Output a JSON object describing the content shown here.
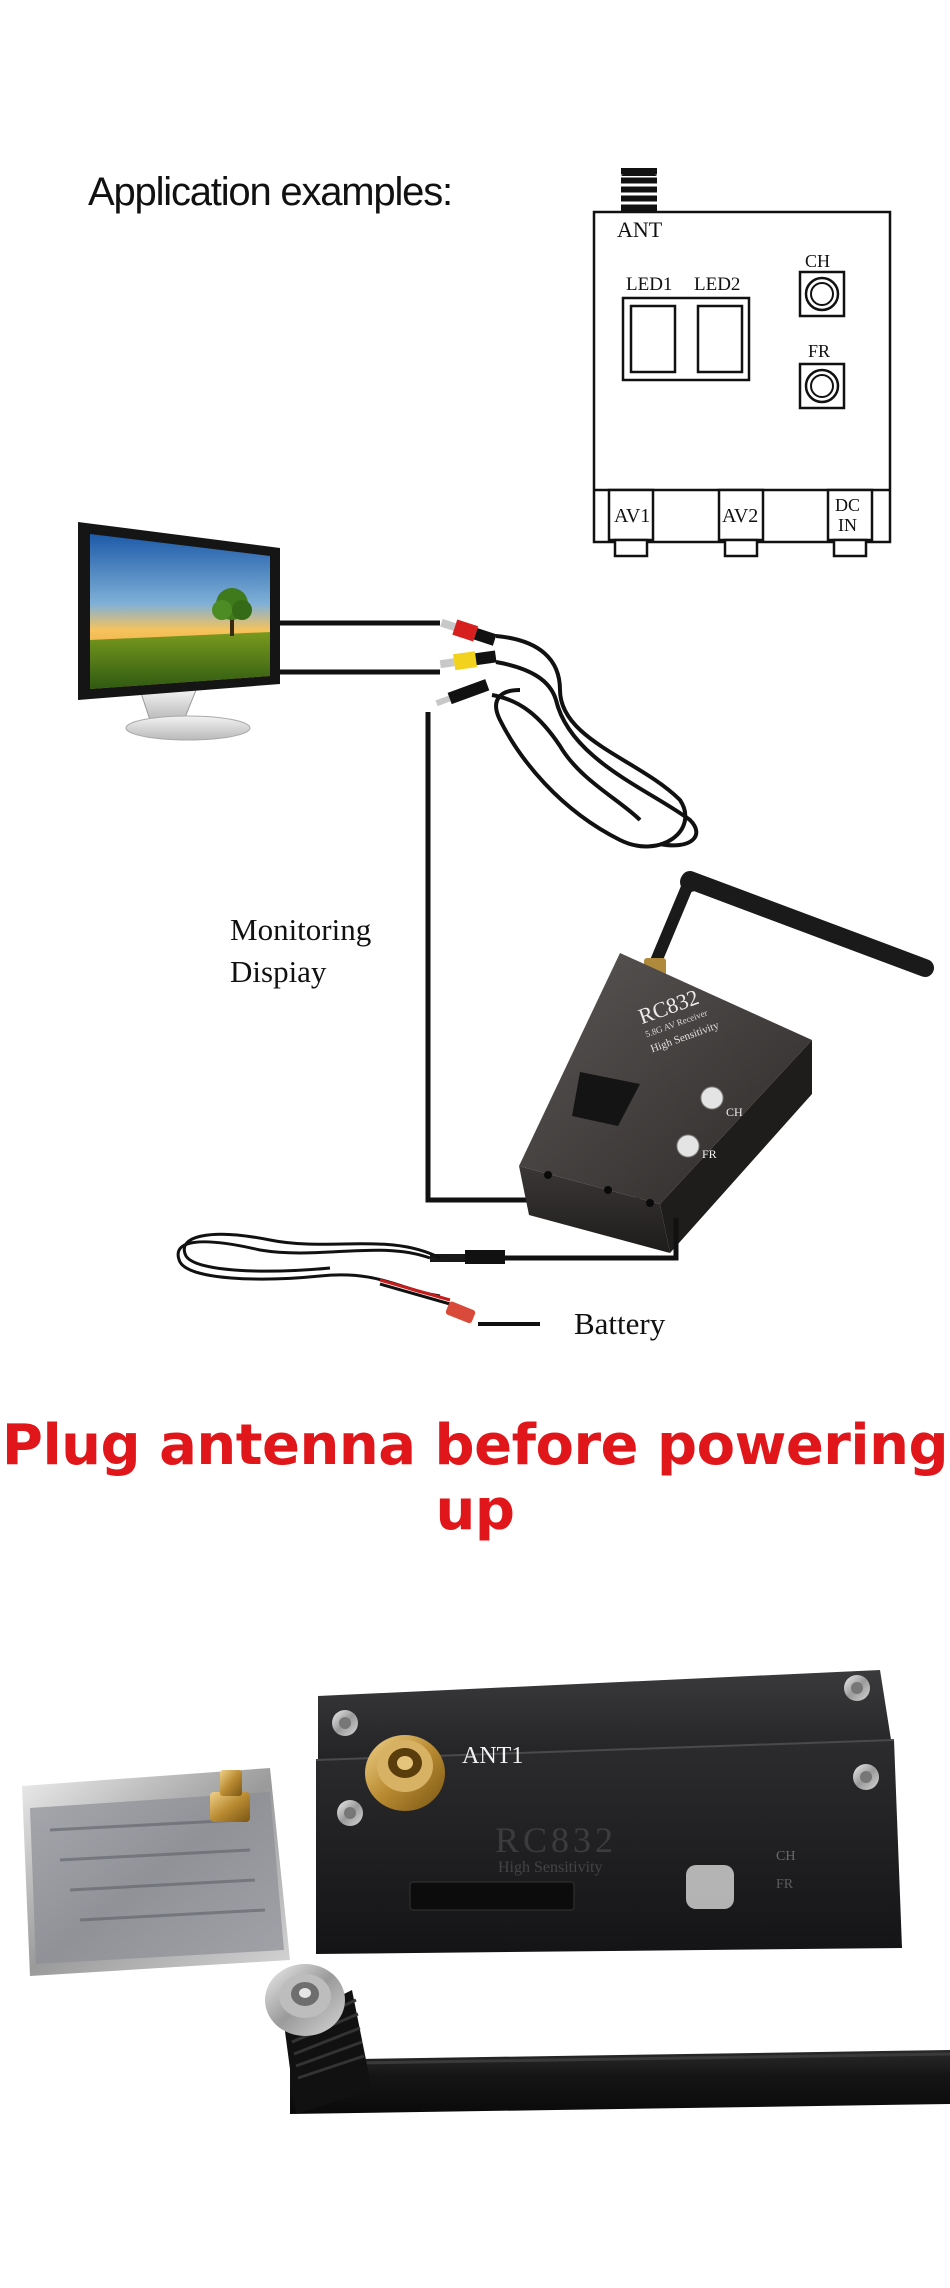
{
  "heading": "Application examples:",
  "panel": {
    "ant": "ANT",
    "led1": "LED1",
    "led2": "LED2",
    "ch": "CH",
    "fr": "FR",
    "av1": "AV1",
    "av2": "AV2",
    "dc": "DC",
    "in": "IN"
  },
  "receiver": {
    "model": "RC832",
    "subtitle": "5.8G AV Receiver",
    "tagline": "High Sensitivity",
    "ch": "CH",
    "fr": "FR"
  },
  "labels": {
    "monitoring_1": "Monitoring",
    "monitoring_2": "Dispiay",
    "battery": "Battery"
  },
  "warning": "Plug antenna before powering up",
  "photo": {
    "ant1": "ANT1",
    "model": "RC832",
    "tagline": "High Sensitivity",
    "ch": "CH",
    "fr": "FR"
  },
  "colors": {
    "warning": "#e0161b",
    "line": "#111111"
  }
}
